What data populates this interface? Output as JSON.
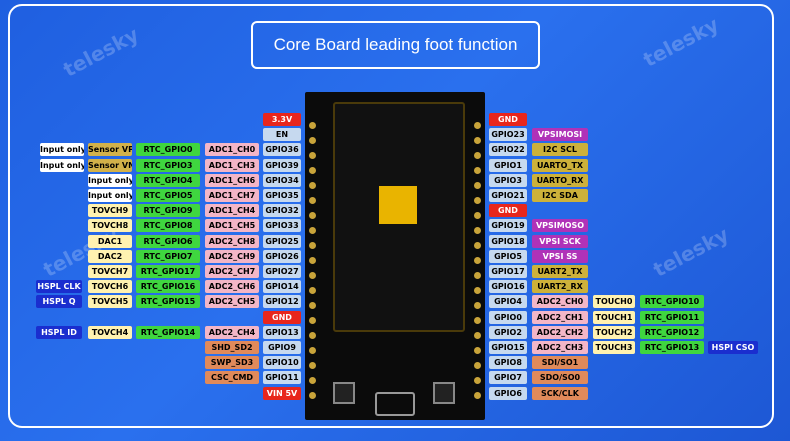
{
  "title": "Core Board leading foot function",
  "watermark": "telesky",
  "colors": {
    "power": "#e8261c",
    "gpio": "#c6d9ef",
    "adc": "#f3b6c7",
    "rtc": "#3fd63f",
    "touch": "#fff2b0",
    "note": "#ffffff",
    "sensor": "#d2b14a",
    "flash": "#e08a5a",
    "hspi": "#1a2ecf",
    "vspi": "#b032b8",
    "uart": "#cdb13a",
    "i2c": "#cdb13a",
    "spio": "#e08a5a"
  },
  "left": [
    {
      "pin": "3.3V",
      "pin_type": "power"
    },
    {
      "pin": "EN",
      "pin_type": "gpio"
    },
    {
      "pin": "GPIO36",
      "adc": "ADC1_CH0",
      "rtc": "RTC_GPIO0",
      "sensor": "Sensor VP",
      "note": "Input only"
    },
    {
      "pin": "GPIO39",
      "adc": "ADC1_CH3",
      "rtc": "RTC_GPIO3",
      "sensor": "Sensor VN",
      "note": "Input only"
    },
    {
      "pin": "GPIO34",
      "adc": "ADC1_CH6",
      "rtc": "RTC_GPIO4",
      "note": "Input only"
    },
    {
      "pin": "GPIO35",
      "adc": "ADC1_CH7",
      "rtc": "RTC_GPIO5",
      "note": "Input only"
    },
    {
      "pin": "GPIO32",
      "adc": "ADC1_CH4",
      "rtc": "RTC_GPIO9",
      "touch": "TOVCH9"
    },
    {
      "pin": "GPIO33",
      "adc": "ADC1_CH5",
      "rtc": "RTC_GPIO8",
      "touch": "TOVCH8"
    },
    {
      "pin": "GPIO25",
      "adc": "ADC2_CH8",
      "rtc": "RTC_GPIO6",
      "touch": "DAC1"
    },
    {
      "pin": "GPIO26",
      "adc": "ADC2_CH9",
      "rtc": "RTC_GPIO7",
      "touch": "DAC2"
    },
    {
      "pin": "GPIO27",
      "adc": "ADC2_CH7",
      "rtc": "RTC_GPIO17",
      "touch": "TOVCH7"
    },
    {
      "pin": "GPIO14",
      "adc": "ADC2_CH6",
      "rtc": "RTC_GPIO16",
      "touch": "TOVCH6",
      "hspi": "HSPL CLK"
    },
    {
      "pin": "GPIO12",
      "adc": "ADC2_CH5",
      "rtc": "RTC_GPIO15",
      "touch": "TOVCH5",
      "hspi": "HSPL Q"
    },
    {
      "pin": "GND",
      "pin_type": "power"
    },
    {
      "pin": "GPIO13",
      "adc": "ADC2_CH4",
      "rtc": "RTC_GPIO14",
      "touch": "TOVCH4",
      "hspi": "HSPL ID"
    },
    {
      "pin": "GPIO9",
      "flash": "SHD_SD2"
    },
    {
      "pin": "GPIO10",
      "flash": "SWP_SD3"
    },
    {
      "pin": "GPIO11",
      "flash": "CSC_CMD"
    },
    {
      "pin": "VIN 5V",
      "pin_type": "power"
    }
  ],
  "right": [
    {
      "pin": "GND",
      "pin_type": "power"
    },
    {
      "pin": "GPIO23",
      "func": "VPSIMOSI",
      "func_type": "vspi"
    },
    {
      "pin": "GPIO22",
      "func": "I2C SCL",
      "func_type": "i2c"
    },
    {
      "pin": "GPIO1",
      "func": "UARTO_TX",
      "func_type": "uart"
    },
    {
      "pin": "GPIO3",
      "func": "UARTO_RX",
      "func_type": "uart"
    },
    {
      "pin": "GPIO21",
      "func": "I2C SDA",
      "func_type": "i2c"
    },
    {
      "pin": "GND",
      "pin_type": "power"
    },
    {
      "pin": "GPIO19",
      "func": "VPSIMOSO",
      "func_type": "vspi"
    },
    {
      "pin": "GPIO18",
      "func": "VPSI SCK",
      "func_type": "vspi"
    },
    {
      "pin": "GPIO5",
      "func": "VPSI SS",
      "func_type": "vspi"
    },
    {
      "pin": "GPIO17",
      "func": "UART2_TX",
      "func_type": "uart"
    },
    {
      "pin": "GPIO16",
      "func": "UART2_RX",
      "func_type": "uart"
    },
    {
      "pin": "GPIO4",
      "func": "ADC2_CH0",
      "func_type": "adc",
      "touch": "TOUCH0",
      "rtc": "RTC_GPIO10"
    },
    {
      "pin": "GPIO0",
      "func": "ADC2_CH1",
      "func_type": "adc",
      "touch": "TOUCH1",
      "rtc": "RTC_GPIO11"
    },
    {
      "pin": "GPIO2",
      "func": "ADC2_CH2",
      "func_type": "adc",
      "touch": "TOUCH2",
      "rtc": "RTC_GPIO12"
    },
    {
      "pin": "GPIO15",
      "func": "ADC2_CH3",
      "func_type": "adc",
      "touch": "TOUCH3",
      "rtc": "RTC_GPIO13",
      "hspi": "HSPI CSO"
    },
    {
      "pin": "GPIO8",
      "func": "SDI/SO1",
      "func_type": "spio"
    },
    {
      "pin": "GPIO7",
      "func": "SDO/SO0",
      "func_type": "spio"
    },
    {
      "pin": "GPIO6",
      "func": "SCK/CLK",
      "func_type": "spio"
    }
  ]
}
